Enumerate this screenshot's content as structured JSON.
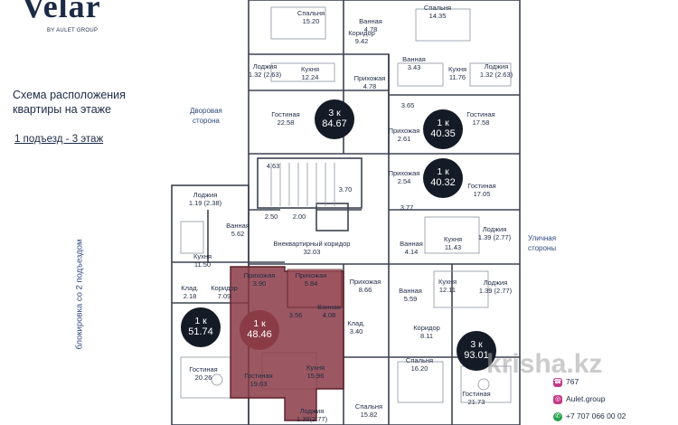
{
  "brand": {
    "name": "Velar",
    "subtitle": "BY AULET GROUP"
  },
  "header": {
    "line1": "Схема расположения",
    "line2": "квартиры на этаже",
    "entrance": "1 подъезд - 3 этаж"
  },
  "sides": {
    "courtyard1": "Дворовая",
    "courtyard2": "сторона",
    "street1": "Уличная",
    "street2": "стороны",
    "blocking": "блокировка со 2 подъездом"
  },
  "apartments": [
    {
      "type": "3 к",
      "area": "84.67",
      "selected": false
    },
    {
      "type": "1 к",
      "area": "40.35",
      "selected": false
    },
    {
      "type": "1 к",
      "area": "40.32",
      "selected": false
    },
    {
      "type": "1 к",
      "area": "51.74",
      "selected": false
    },
    {
      "type": "1 к",
      "area": "48.46",
      "selected": true
    },
    {
      "type": "3 к",
      "area": "93.01",
      "selected": false
    }
  ],
  "rooms": [
    {
      "name": "Спальня",
      "area": "15.20"
    },
    {
      "name": "Ванная",
      "area": "4.78"
    },
    {
      "name": "Спальня",
      "area": "14.35"
    },
    {
      "name": "Коридор",
      "area": "9.42"
    },
    {
      "name": "Лоджия",
      "area": "1.32 (2.63)"
    },
    {
      "name": "Кухня",
      "area": "12.24"
    },
    {
      "name": "Прихожая",
      "area": "4.78"
    },
    {
      "name": "Ванная",
      "area": "3.43"
    },
    {
      "name": "Кухня",
      "area": "11.76"
    },
    {
      "name": "Лоджия",
      "area": "1.32 (2.63)"
    },
    {
      "name": "",
      "area": "3.65"
    },
    {
      "name": "Гостиная",
      "area": "22.58"
    },
    {
      "name": "Гостиная",
      "area": "17.58"
    },
    {
      "name": "Прихожая",
      "area": "2.61"
    },
    {
      "name": "",
      "area": "4.63"
    },
    {
      "name": "Прихожая",
      "area": "2.54"
    },
    {
      "name": "",
      "area": "3.70"
    },
    {
      "name": "Гостиная",
      "area": "17.05"
    },
    {
      "name": "Лоджия",
      "area": "1.19 (2.38)"
    },
    {
      "name": "",
      "area": "3.77"
    },
    {
      "name": "",
      "area": "2.50"
    },
    {
      "name": "",
      "area": "2.00"
    },
    {
      "name": "Ванная",
      "area": "5.62"
    },
    {
      "name": "Лоджия",
      "area": "1.39 (2.77)"
    },
    {
      "name": "Внеквартирный коридор",
      "area": "32.03"
    },
    {
      "name": "Ванная",
      "area": "4.14"
    },
    {
      "name": "Кухня",
      "area": "11.43"
    },
    {
      "name": "Кухня",
      "area": "11.50"
    },
    {
      "name": "Прихожая",
      "area": "5.84"
    },
    {
      "name": "Прихожая",
      "area": "3.90"
    },
    {
      "name": "Прихожая",
      "area": "8.66"
    },
    {
      "name": "Кухня",
      "area": "12.11"
    },
    {
      "name": "Лоджия",
      "area": "1.39 (2.77)"
    },
    {
      "name": "Клад.",
      "area": "2.18"
    },
    {
      "name": "Коридор",
      "area": "7.09"
    },
    {
      "name": "Ванная",
      "area": "5.59"
    },
    {
      "name": "",
      "area": "3.56"
    },
    {
      "name": "Ванная",
      "area": "4.08"
    },
    {
      "name": "Клад.",
      "area": "3.40"
    },
    {
      "name": "Коридор",
      "area": "8.11"
    },
    {
      "name": "Спальня",
      "area": "16.20"
    },
    {
      "name": "Гостиная",
      "area": "20.26"
    },
    {
      "name": "Гостиная",
      "area": "19.63"
    },
    {
      "name": "Кухня",
      "area": "15.96"
    },
    {
      "name": "Гостиная",
      "area": "21.73"
    },
    {
      "name": "Лоджия",
      "area": "1.39(2.77)"
    },
    {
      "name": "Спальня",
      "area": "15.82"
    }
  ],
  "watermark": "krisha.kz",
  "contacts": {
    "phone_short": "767",
    "instagram": "Aulet.group",
    "whatsapp": "+7 707 066 00 02"
  }
}
